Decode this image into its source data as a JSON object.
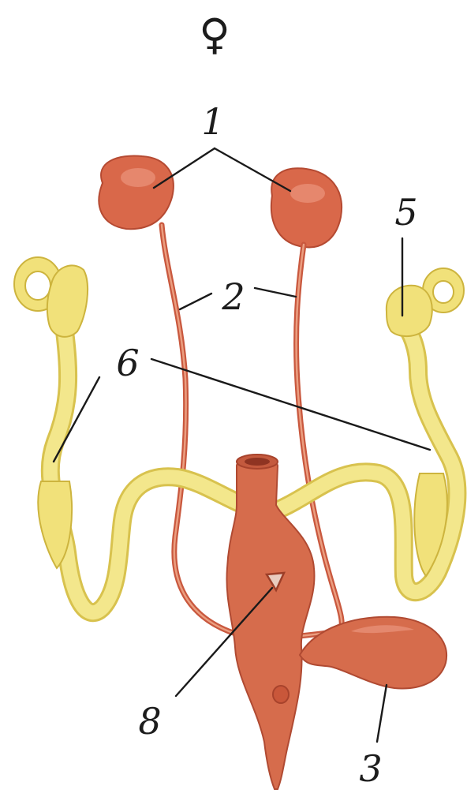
{
  "diagram": {
    "symbol": "♀",
    "labels": {
      "kidney": "1",
      "ureter": "2",
      "bladder": "3",
      "ovary": "5",
      "oviduct": "6",
      "cloaca_opening": "8"
    }
  }
}
